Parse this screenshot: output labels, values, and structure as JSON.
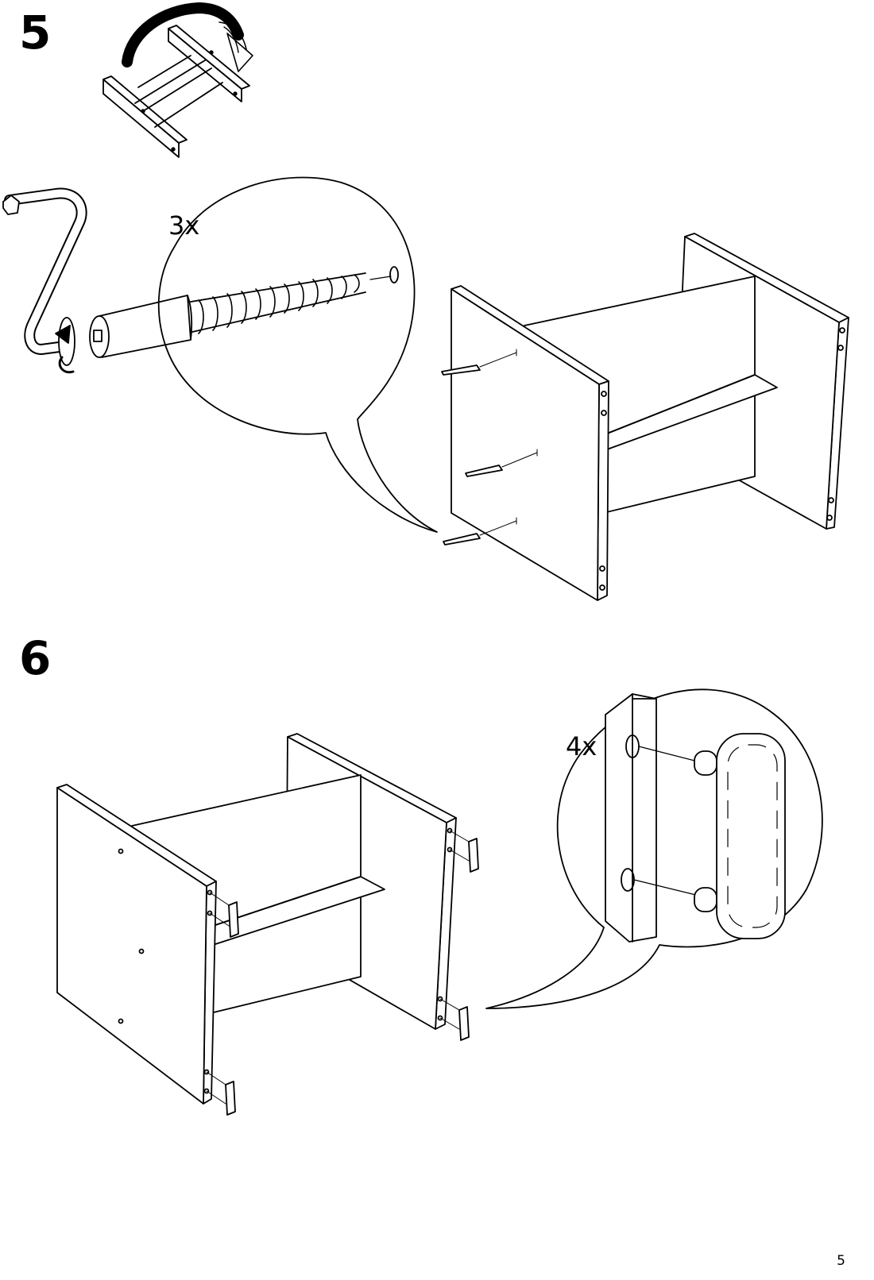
{
  "steps": [
    {
      "number": "5",
      "callout_quantity": "3x",
      "parts": [
        "flip-arrow",
        "frame-small",
        "hex-key",
        "cam-lock-screw",
        "frame",
        "screw",
        "screw",
        "screw"
      ]
    },
    {
      "number": "6",
      "callout_quantity": "4x",
      "parts": [
        "frame",
        "leg-bracket",
        "leg-bracket",
        "leg-bracket",
        "leg-bracket",
        "side-panel-edge",
        "foot-glide"
      ]
    }
  ],
  "page": {
    "number": "5"
  },
  "colors": {
    "line": "#000000",
    "background": "#ffffff",
    "arrow": "#000000"
  }
}
